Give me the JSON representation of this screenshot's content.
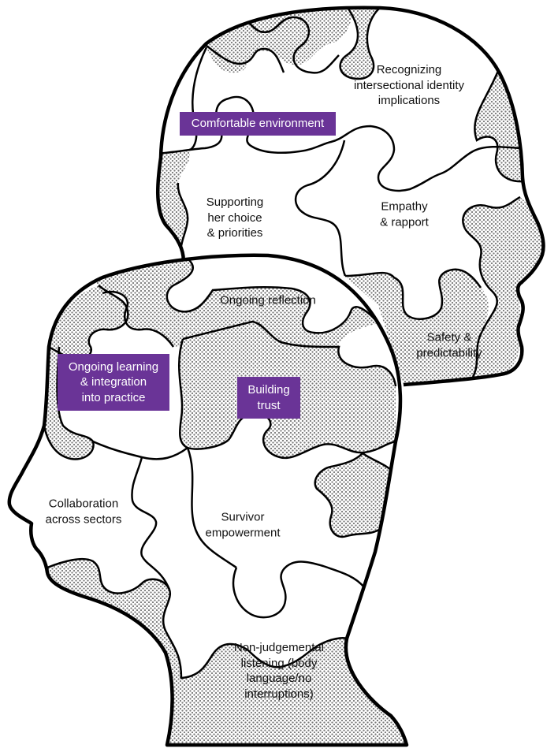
{
  "diagram": {
    "highlight_color": "#6a3497",
    "outline_color": "#000000",
    "shaded_fill": "#d7d7d7",
    "pieces": {
      "comfortable_environment": [
        "Comfortable environment"
      ],
      "recognizing_identity": [
        "Recognizing",
        "intersectional identity",
        "implications"
      ],
      "supporting_choice": [
        "Supporting",
        "her choice",
        "& priorities"
      ],
      "empathy_rapport": [
        "Empathy",
        "& rapport"
      ],
      "safety_predictability": [
        "Safety &",
        "predictability"
      ],
      "ongoing_reflection": [
        "Ongoing reflection"
      ],
      "ongoing_learning": [
        "Ongoing learning",
        "& integration",
        "into practice"
      ],
      "building_trust": [
        "Building",
        "trust"
      ],
      "collaboration": [
        "Collaboration",
        "across sectors"
      ],
      "survivor_empowerment": [
        "Survivor",
        "empowerment"
      ],
      "non_judgemental": [
        "Non-judgemental",
        "listening (body",
        "language/no",
        "interruptions)"
      ]
    }
  }
}
